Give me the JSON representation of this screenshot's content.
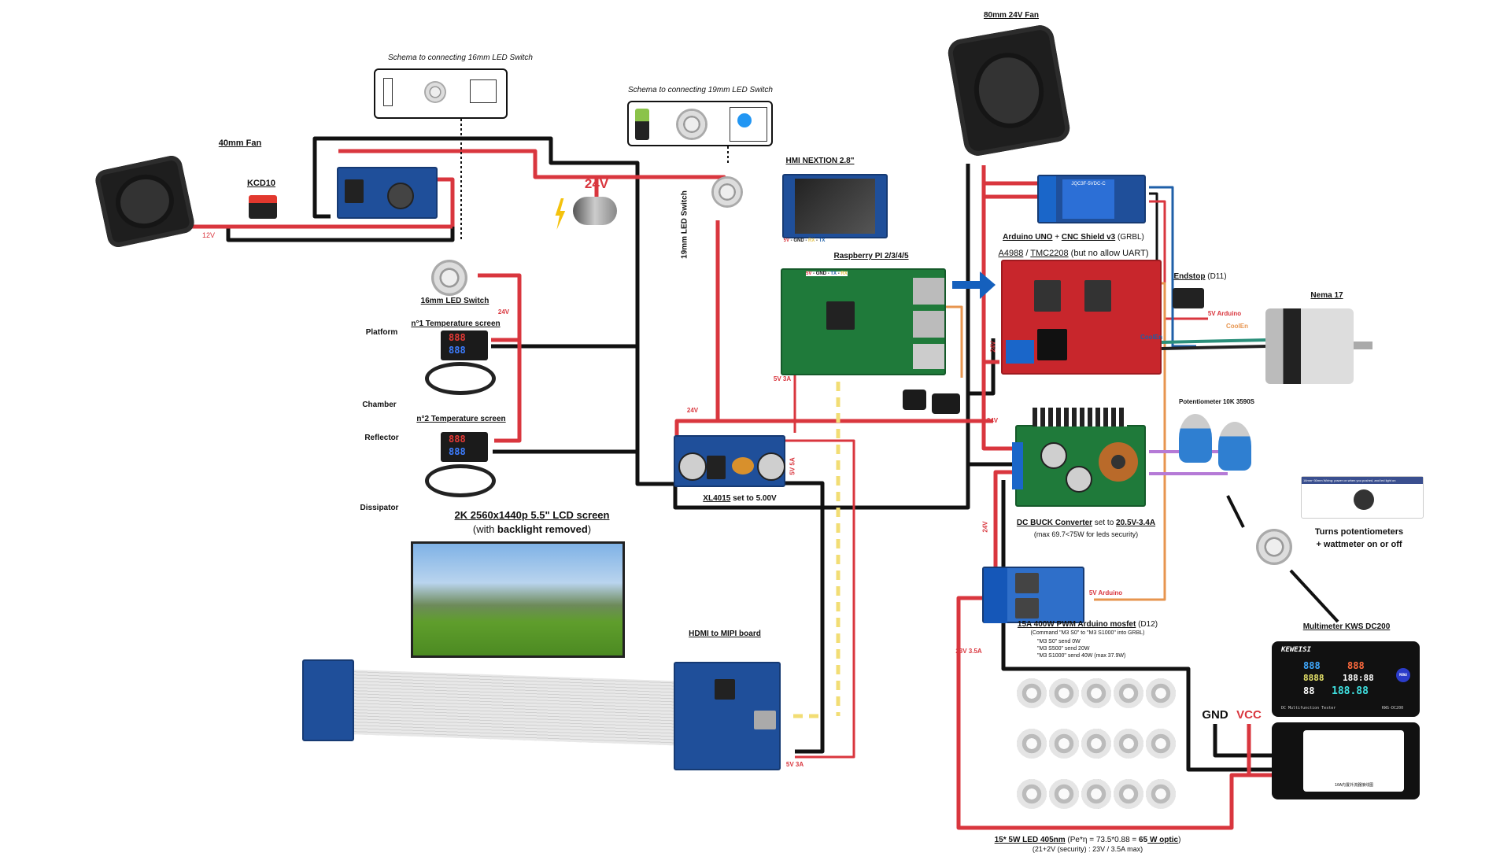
{
  "colors": {
    "power_24v": "#d9363e",
    "ground": "#111111",
    "signal_blue": "#1f5fa8",
    "signal_orange": "#e7954f",
    "pot_purple": "#b57ad6",
    "hdmi_yellow": "#f2dd74",
    "data_arrow": "#1560bd"
  },
  "fan40": {
    "title": "40mm Fan",
    "voltage": "12V"
  },
  "kcd10": {
    "title": "KCD10"
  },
  "schema16": {
    "title": "Schema to connecting 16mm LED Switch"
  },
  "schema19": {
    "title": "Schema to connecting 19mm LED Switch"
  },
  "jack": {
    "voltage": "24V"
  },
  "switch19": {
    "title": "19mm LED Switch"
  },
  "switch16": {
    "title": "16mm LED Switch",
    "voltage": "24V"
  },
  "temp1": {
    "title": "n°1 Temperature screen",
    "probe_a": "Platform",
    "probe_b": "Chamber"
  },
  "temp2": {
    "title": "n°2 Temperature screen",
    "probe_a": "Reflector",
    "probe_b": "Dissipator"
  },
  "lcd": {
    "title": "2K 2560x1440p 5.5\" LCD screen",
    "sub_pre": "(with ",
    "sub_bold": "backlight removed",
    "sub_post": ")"
  },
  "hdmi": {
    "title": "HDMI to MIPI board",
    "power": "5V 3A"
  },
  "hmi": {
    "title": "HMI NEXTION 2.8\"",
    "pins": [
      "5V",
      "GND",
      "RX",
      "TX"
    ]
  },
  "rpi": {
    "title": "Raspberry PI 2/3/4/5",
    "pins": [
      "5V",
      "GND",
      "TX",
      "RX"
    ],
    "power": "5V 3A"
  },
  "xl4015": {
    "title": "XL4015",
    "setting": " set to 5.00V",
    "input": "24V",
    "output": "5V 5A"
  },
  "fan80": {
    "title": "80mm 24V Fan"
  },
  "relay": {
    "model": "JQC3F-5VDC-C"
  },
  "arduino": {
    "l1_a": "Arduino UNO",
    "l1_plus": " + ",
    "l1_b": "CNC Shield v3",
    "l1_c": " (GRBL)",
    "l2_a": "A4988",
    "l2_sep": " / ",
    "l2_b": "TMC2208",
    "l2_c": " (but no allow UART)",
    "input": "24V"
  },
  "endstop": {
    "title": "Endstop",
    "pin": " (D11)",
    "power": "5V Arduino",
    "coolen": "CoolEn",
    "coolen2": "CoolEn"
  },
  "nema": {
    "title": "Nema 17"
  },
  "buck": {
    "title": "DC BUCK Converter",
    "mid": " set to ",
    "setting": "20.5V-3.4A",
    "sub": "(max 69.7<75W for leds security)",
    "input": "24V"
  },
  "pots": {
    "title": "Potentiometer 10K 3590S"
  },
  "switch_note": {
    "l1": "Turns potentiometers",
    "l2": "+ wattmeter on or off",
    "wiring_caption": "16mm~30mm Wiring: power on when you pushed, and led light on"
  },
  "multimeter": {
    "title": "Multimeter KWS DC200",
    "brand": "KEWEISI",
    "model": "KWS-DC200",
    "caption": "DC Multifunction Tester",
    "d_v": "888",
    "d_a": "888",
    "d_w": "8888",
    "d_t": "188:88",
    "d_c": "88",
    "d_ah": "188.88",
    "menu": "MENU",
    "gnd": "GND",
    "vcc": "VCC",
    "back_caption": "10A内置外流器接线图"
  },
  "mosfet": {
    "title": "15A 400W PWM Arduino mosfet",
    "pin": " (D12)",
    "cmd": "(Command \"M3 S0\" to \"M3 S1000\" into GRBL)",
    "lines": [
      "\"M3 S0\" send 0W",
      "\"M3 S500\" send 20W",
      "\"M3 S1000\" send 40W (max 37.9W)"
    ],
    "power": "5V Arduino",
    "input": "24V",
    "output": "23V 3.5A"
  },
  "leds": {
    "count": 15,
    "title": "15* 5W LED 405nm",
    "formula": " (Pe*η = 73.5*0.88 = ",
    "watts": "65",
    "unit": " W optic",
    "close": ")",
    "sub": "(21+2V (security) : 23V / 3.5A max)"
  }
}
